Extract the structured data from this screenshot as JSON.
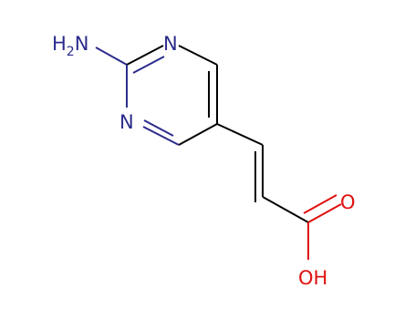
{
  "molecule": {
    "atoms": [
      {
        "id": "amine",
        "label": "H",
        "subscript": "2",
        "suffix": "N",
        "element": "N",
        "color": "#2b2b8c"
      },
      {
        "id": "n-top",
        "label": "N",
        "element": "N",
        "color": "#2b2b8c"
      },
      {
        "id": "n-bottom",
        "label": "N",
        "element": "N",
        "color": "#2b2b8c"
      },
      {
        "id": "oxo",
        "label": "O",
        "element": "O",
        "color": "#e01010"
      },
      {
        "id": "hydroxyl",
        "label": "OH",
        "element": "O",
        "color": "#e01010"
      }
    ],
    "bond_color": "#000000"
  }
}
